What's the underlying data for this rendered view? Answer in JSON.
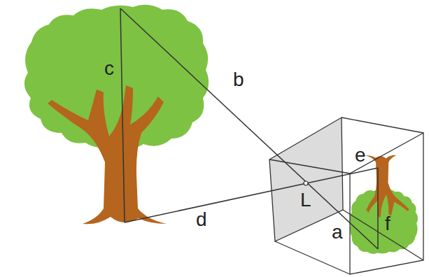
{
  "diagram": {
    "labels": [
      "c",
      "b",
      "d",
      "L",
      "e",
      "a",
      "f"
    ]
  }
}
